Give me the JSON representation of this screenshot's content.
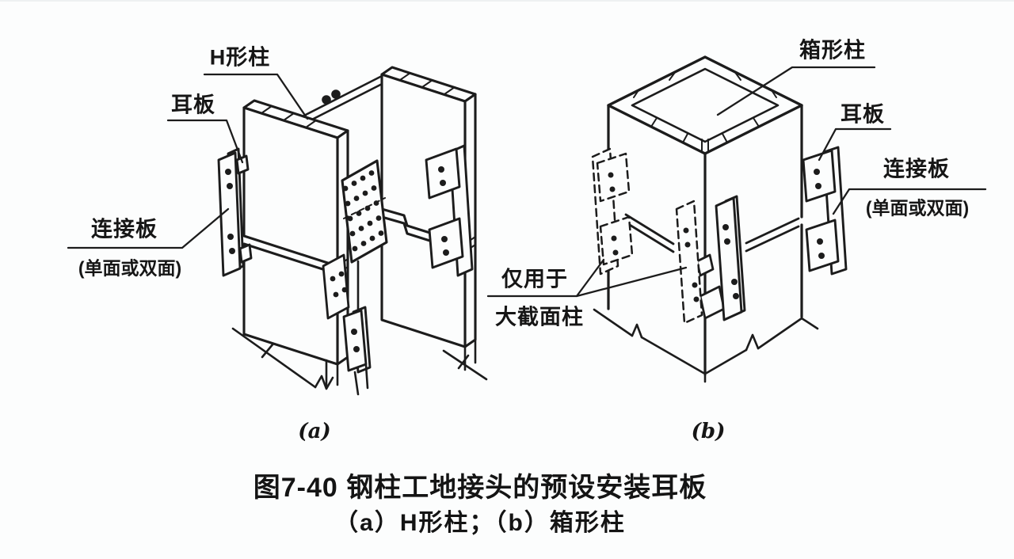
{
  "figure": {
    "caption_line1": "图7-40 钢柱工地接头的预设安装耳板",
    "caption_line2": "（a）H形柱；（b）箱形柱"
  },
  "diagram_a": {
    "sublabel": "(a)",
    "labels": {
      "column": "H形柱",
      "lug": "耳板",
      "link_plate": "连接板",
      "link_plate_note": "(单面或双面)"
    }
  },
  "diagram_b": {
    "sublabel": "(b)",
    "labels": {
      "column": "箱形柱",
      "lug": "耳板",
      "link_plate": "连接板",
      "link_plate_note": "(单面或双面)",
      "only_for_line1": "仅用于",
      "only_for_line2": "大截面柱"
    }
  },
  "colors": {
    "line": "#1c1c1c",
    "background": "#fcfdfd",
    "text": "#161616"
  }
}
